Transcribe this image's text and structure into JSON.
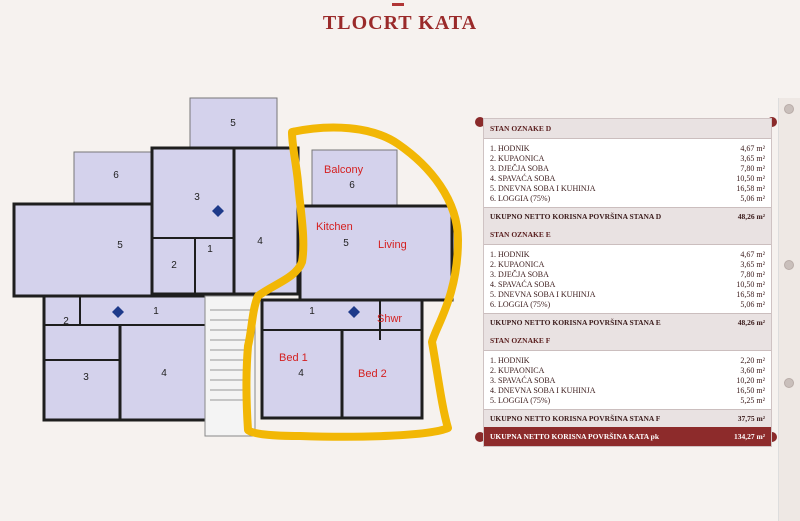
{
  "title": "TLOCRT KATA",
  "colors": {
    "accent": "#9a2a2a",
    "highlight_outline": "#f2b705",
    "annotation_text": "#d42020",
    "room_fill": "#d4d2ec",
    "wall": "#1e1e1e"
  },
  "plan": {
    "room_numbers": [
      "5",
      "6",
      "3",
      "4",
      "5",
      "1",
      "2",
      "2",
      "1",
      "3",
      "4",
      "6",
      "5",
      "1",
      "4"
    ],
    "annotations": {
      "balcony": "Balcony",
      "kitchen": "Kitchen",
      "living": "Living",
      "shower": "Shwr",
      "bed1": "Bed 1",
      "bed2": "Bed 2"
    }
  },
  "table": {
    "sections": [
      {
        "name": "STAN OZNAKE D",
        "rows": [
          {
            "label": "1. HODNIK",
            "value": "4,67 m²"
          },
          {
            "label": "2. KUPAONICA",
            "value": "3,65 m²"
          },
          {
            "label": "3. DJEČJA SOBA",
            "value": "7,80 m²"
          },
          {
            "label": "4. SPAVAĆA SOBA",
            "value": "10,50 m²"
          },
          {
            "label": "5. DNEVNA SOBA I KUHINJA",
            "value": "16,58 m²"
          },
          {
            "label": "6. LOGGIA (75%)",
            "value": "5,06 m²"
          }
        ],
        "total_label": "UKUPNO NETTO KORISNA POVRŠINA STANA D",
        "total_value": "48,26 m²"
      },
      {
        "name": "STAN OZNAKE E",
        "rows": [
          {
            "label": "1. HODNIK",
            "value": "4,67 m²"
          },
          {
            "label": "2. KUPAONICA",
            "value": "3,65 m²"
          },
          {
            "label": "3. DJEČJA SOBA",
            "value": "7,80 m²"
          },
          {
            "label": "4. SPAVAĆA SOBA",
            "value": "10,50 m²"
          },
          {
            "label": "5. DNEVNA SOBA I KUHINJA",
            "value": "16,58 m²"
          },
          {
            "label": "6. LOGGIA (75%)",
            "value": "5,06 m²"
          }
        ],
        "total_label": "UKUPNO NETTO KORISNA POVRŠINA STANA E",
        "total_value": "48,26 m²"
      },
      {
        "name": "STAN OZNAKE F",
        "rows": [
          {
            "label": "1. HODNIK",
            "value": "2,20 m²"
          },
          {
            "label": "2. KUPAONICA",
            "value": "3,60 m²"
          },
          {
            "label": "3. SPAVAĆA SOBA",
            "value": "10,20 m²"
          },
          {
            "label": "4. DNEVNA SOBA I KUHINJA",
            "value": "16,50 m²"
          },
          {
            "label": "5. LOGGIA (75%)",
            "value": "5,25 m²"
          }
        ],
        "total_label": "UKUPNO NETTO KORISNA POVRŠINA STANA F",
        "total_value": "37,75 m²"
      }
    ],
    "grand_total_label": "UKUPNA NETTO KORISNA POVRŠINA KATA pk",
    "grand_total_value": "134,27 m²"
  }
}
